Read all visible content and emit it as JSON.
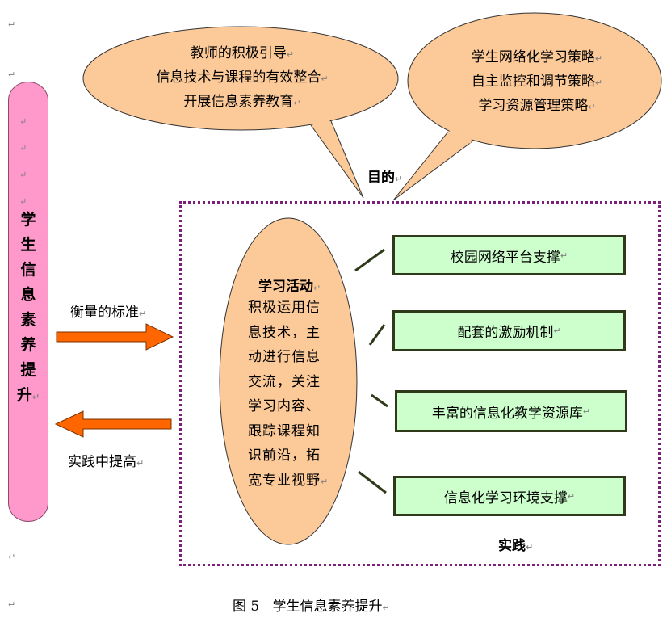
{
  "left_bar": {
    "title_chars": [
      "学",
      "生",
      "信",
      "息",
      "素",
      "养",
      "提",
      "升"
    ]
  },
  "arrows": {
    "right_label": "衡量的标准",
    "left_label": "实践中提高"
  },
  "bubble_left": {
    "lines": [
      "教师的积极引导",
      "信息技术与课程的有效整合",
      "开展信息素养教育"
    ]
  },
  "bubble_right": {
    "lines": [
      "学生网络化学习策略",
      "自主监控和调节策略",
      "学习资源管理策略"
    ]
  },
  "purpose_label": "目的",
  "center": {
    "title": "学习活动",
    "body_lines": [
      "积极运用信",
      "息技术，主",
      "动进行信息",
      "交流，关注",
      "学习内容、",
      "跟踪课程知",
      "识前沿，拓",
      "宽专业视野"
    ]
  },
  "boxes": [
    {
      "label": "校园网络平台支撑"
    },
    {
      "label": "配套的激励机制"
    },
    {
      "label": "丰富的信息化教学资源库"
    },
    {
      "label": "信息化学习环境支撑"
    }
  ],
  "practice_label": "实践",
  "caption": {
    "number": "图 5",
    "text": "学生信息素养提升"
  },
  "colors": {
    "bubble_fill": "#fcc998",
    "pill_fill": "#ff99cc",
    "box_fill": "#ccffcc",
    "arrow_fill": "#ff6600",
    "frame_border": "#7b1f7b"
  }
}
